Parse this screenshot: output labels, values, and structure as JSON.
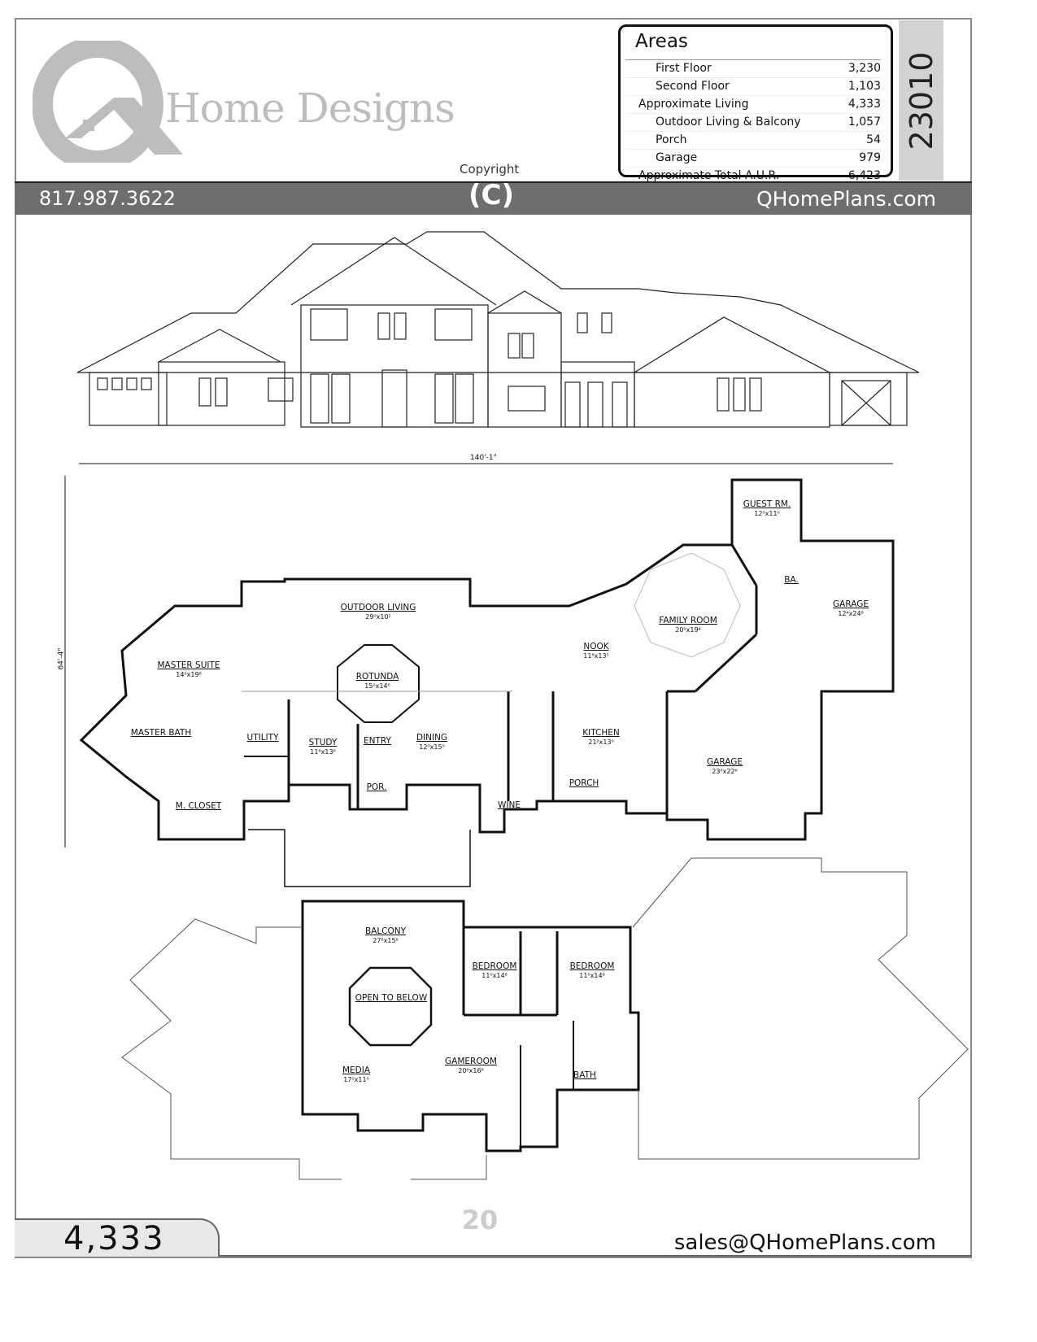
{
  "brand": {
    "name": "Home Designs",
    "logo_letter": "Q",
    "color": "#bdbdbd"
  },
  "header": {
    "phone": "817.987.3622",
    "website": "QHomePlans.com",
    "copyright_label": "Copyright",
    "copyright_symbol": "C",
    "plan_number": "23010",
    "bar_color": "#6e6e6e"
  },
  "areas": {
    "title": "Areas",
    "rows": [
      {
        "label": "First Floor",
        "value": "3,230",
        "indent": true
      },
      {
        "label": "Second Floor",
        "value": "1,103",
        "indent": true
      },
      {
        "label": "Approximate Living",
        "value": "4,333",
        "indent": false
      },
      {
        "label": "Outdoor Living & Balcony",
        "value": "1,057",
        "indent": true
      },
      {
        "label": "Porch",
        "value": "54",
        "indent": true
      },
      {
        "label": "Garage",
        "value": "979",
        "indent": true
      },
      {
        "label": "Approximate Total A.U.R.",
        "value": "6,423",
        "indent": false
      }
    ]
  },
  "dimensions": {
    "width": "140'-1\"",
    "depth": "64'-4\""
  },
  "first_floor": {
    "rooms": [
      {
        "name": "OUTDOOR LIVING",
        "size": "29⁰x10²"
      },
      {
        "name": "MASTER SUITE",
        "size": "14⁰x19⁸"
      },
      {
        "name": "ROTUNDA",
        "size": "15⁰x14⁰"
      },
      {
        "name": "MASTER BATH",
        "size": ""
      },
      {
        "name": "UTILITY",
        "size": ""
      },
      {
        "name": "STUDY",
        "size": "11⁸x13⁶"
      },
      {
        "name": "ENTRY",
        "size": ""
      },
      {
        "name": "DINING",
        "size": "12⁰x15⁰"
      },
      {
        "name": "POR.",
        "size": ""
      },
      {
        "name": "M. CLOSET",
        "size": ""
      },
      {
        "name": "WINE",
        "size": ""
      },
      {
        "name": "PORCH",
        "size": ""
      },
      {
        "name": "KITCHEN",
        "size": "21²x13⁰"
      },
      {
        "name": "NOOK",
        "size": "11⁸x13⁵"
      },
      {
        "name": "FAMILY ROOM",
        "size": "20⁰x19⁴"
      },
      {
        "name": "GUEST RM.",
        "size": "12⁰x11⁰"
      },
      {
        "name": "BA.",
        "size": ""
      },
      {
        "name": "GARAGE",
        "size": "12⁴x24⁸"
      },
      {
        "name": "GARAGE",
        "size": "23⁸x22⁶"
      }
    ]
  },
  "second_floor": {
    "rooms": [
      {
        "name": "BALCONY",
        "size": "27⁶x15⁸"
      },
      {
        "name": "OPEN TO BELOW",
        "size": ""
      },
      {
        "name": "BEDROOM",
        "size": "11⁰x14⁸"
      },
      {
        "name": "BEDROOM",
        "size": "11⁰x14⁸"
      },
      {
        "name": "MEDIA",
        "size": "17⁰x11⁰"
      },
      {
        "name": "GAMEROOM",
        "size": "20⁶x16⁸"
      },
      {
        "name": "BATH",
        "size": ""
      }
    ]
  },
  "footer": {
    "living_area": "4,333",
    "email": "sales@QHomePlans.com",
    "badge": "20"
  }
}
